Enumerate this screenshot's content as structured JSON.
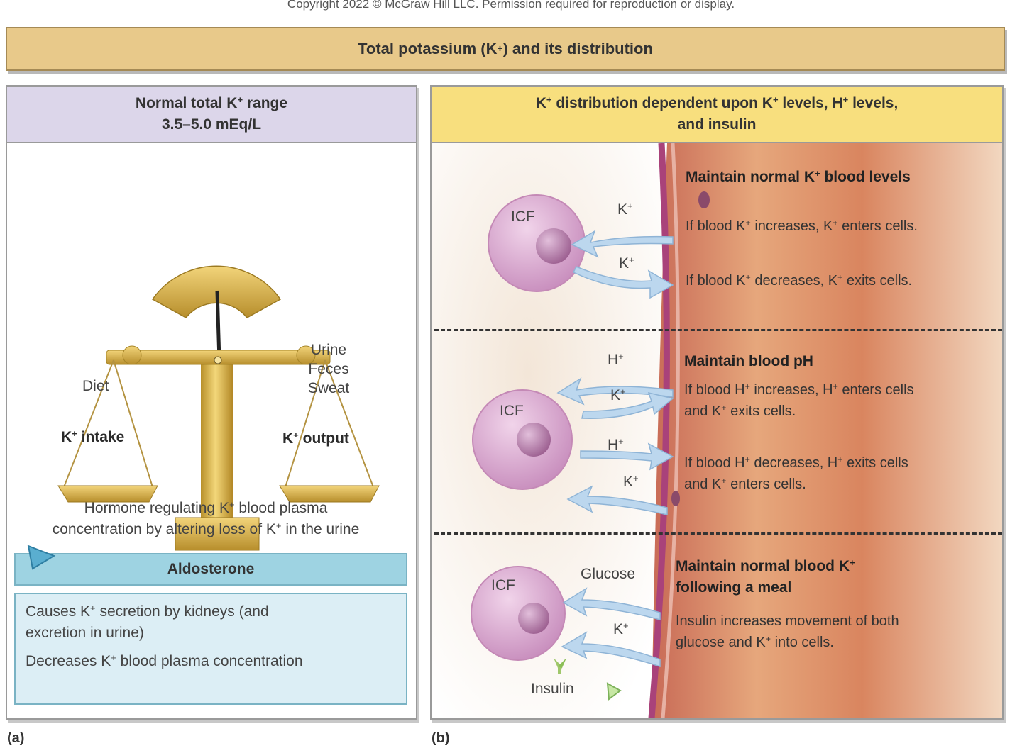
{
  "copyright": "Copyright 2022 © McGraw Hill LLC. Permission required for reproduction or display.",
  "title": {
    "pre": "Total potassium (K",
    "sup": "+",
    "post": ") and its distribution"
  },
  "panel_a": {
    "header_line1": {
      "pre": "Normal total K",
      "sup": "+",
      "post": " range"
    },
    "header_line2": "3.5–5.0 mEq/L",
    "left_pan": "Diet",
    "right_pan": [
      "Urine",
      "Feces",
      "Sweat"
    ],
    "intake": {
      "pre": "K",
      "sup": "+",
      "post": " intake"
    },
    "output": {
      "pre": "K",
      "sup": "+",
      "post": " output"
    },
    "hormone_line1": {
      "pre": "Hormone regulating K",
      "sup": "+",
      "post": " blood plasma"
    },
    "hormone_line2": {
      "pre": "concentration by altering loss of K",
      "sup": "+",
      "post": " in the urine"
    },
    "aldosterone": "Aldosterone",
    "effect1_line1": {
      "pre": "Causes K",
      "sup": "+",
      "post": " secretion by kidneys (and"
    },
    "effect1_line2": "excretion in urine)",
    "effect2": {
      "pre": "Decreases K",
      "sup": "+",
      "post": " blood plasma concentration"
    },
    "letter": "(a)"
  },
  "panel_b": {
    "header_line1": {
      "a": "K",
      "s1": "+",
      "b": " distribution dependent upon K",
      "s2": "+",
      "c": " levels, H",
      "s3": "+",
      "d": " levels,"
    },
    "header_line2": "and insulin",
    "section1": {
      "heading": {
        "pre": "Maintain normal K",
        "sup": "+",
        "post": " blood levels"
      },
      "cell_label": "ICF",
      "ion1": {
        "pre": "K",
        "sup": "+"
      },
      "ion2": {
        "pre": "K",
        "sup": "+"
      },
      "text1": {
        "a": "If blood K",
        "s1": "+",
        "b": " increases, K",
        "s2": "+",
        "c": " enters cells."
      },
      "text2": {
        "a": "If blood K",
        "s1": "+",
        "b": " decreases, K",
        "s2": "+",
        "c": " exits cells."
      }
    },
    "section2": {
      "heading": "Maintain blood pH",
      "cell_label": "ICF",
      "ion_h1": {
        "pre": "H",
        "sup": "+"
      },
      "ion_k1": {
        "pre": "K",
        "sup": "+"
      },
      "ion_h2": {
        "pre": "H",
        "sup": "+"
      },
      "ion_k2": {
        "pre": "K",
        "sup": "+"
      },
      "text1_line1": {
        "a": "If blood H",
        "s1": "+",
        "b": " increases, H",
        "s2": "+",
        "c": " enters cells"
      },
      "text1_line2": {
        "pre": "and K",
        "sup": "+",
        "post": " exits cells."
      },
      "text2_line1": {
        "a": "If blood H",
        "s1": "+",
        "b": " decreases, H",
        "s2": "+",
        "c": " exits cells"
      },
      "text2_line2": {
        "pre": "and K",
        "sup": "+",
        "post": " enters cells."
      }
    },
    "section3": {
      "heading_line1": {
        "pre": "Maintain normal blood K",
        "sup": "+",
        "post": ""
      },
      "heading_line2": "following a meal",
      "cell_label": "ICF",
      "glucose": "Glucose",
      "ion_k": {
        "pre": "K",
        "sup": "+"
      },
      "insulin": "Insulin",
      "text_line1": "Insulin increases movement of both",
      "text_line2": {
        "pre": "glucose and K",
        "sup": "+",
        "post": " into cells."
      }
    },
    "letter": "(b)"
  },
  "colors": {
    "title_bar": "#e8c98a",
    "panel_a_header": "#dcd6ea",
    "panel_b_header": "#f8df7e",
    "aldosterone_bar": "#9ed3e2",
    "aldosterone_box": "#dceef5",
    "cell": "#dbaed0",
    "nucleus": "#b57eaa",
    "arrow": "#bcd7ee",
    "vessel": "#d98a6a",
    "scale_gold": "#d9b23a"
  }
}
